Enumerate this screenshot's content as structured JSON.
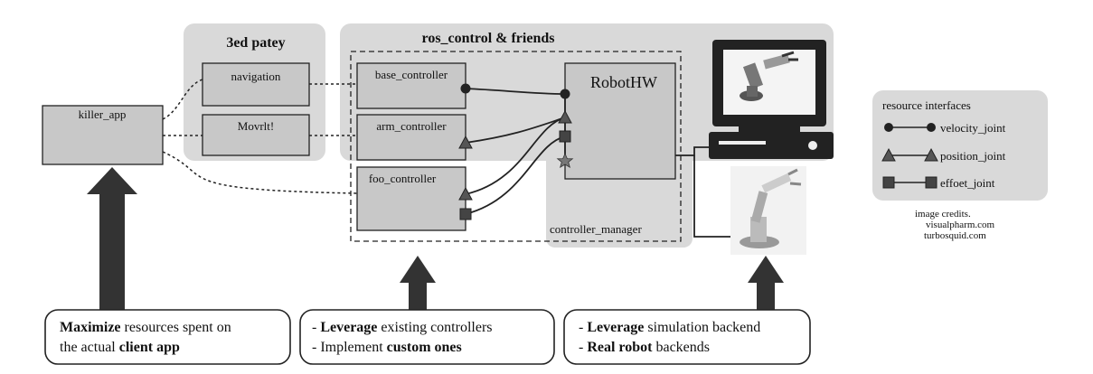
{
  "groups": {
    "third_party_title": "3ed patey",
    "ros_control_title": "ros_control & friends",
    "controller_manager_label": "controller_manager"
  },
  "nodes": {
    "killer_app": "killer_app",
    "navigation": "navigation",
    "moveit": "Movrlt!",
    "base_controller": "base_controller",
    "arm_controller": "arm_controller",
    "foo_controller": "foo_controller",
    "robot_hw": "RobotHW"
  },
  "legend": {
    "title": "resource interfaces",
    "items": [
      "velocity_joint",
      "position_joint",
      "effoet_joint"
    ]
  },
  "credits": {
    "line1": "image credits.",
    "line2": "visualpharm.com",
    "line3": "turbosquid.com"
  },
  "callouts": {
    "left": {
      "bold1": "Maximize",
      "text1": " resources spent on",
      "text2": "the actual ",
      "bold2": "client app"
    },
    "middle": {
      "prefix1": "- ",
      "bold1": "Leverage",
      "text1": " existing controllers",
      "prefix2": "- Implement ",
      "bold2": "custom ones"
    },
    "right": {
      "prefix1": "- ",
      "bold1": "Leverage",
      "text1": " simulation backend",
      "prefix2": "- ",
      "bold2": "Real robot",
      "text2": " backends"
    }
  },
  "colors": {
    "group_fill": "#d9d9d9",
    "node_fill": "#c8c8c8",
    "marker_fill": "#555555",
    "arrow_fill": "#333333",
    "line": "#222222"
  }
}
